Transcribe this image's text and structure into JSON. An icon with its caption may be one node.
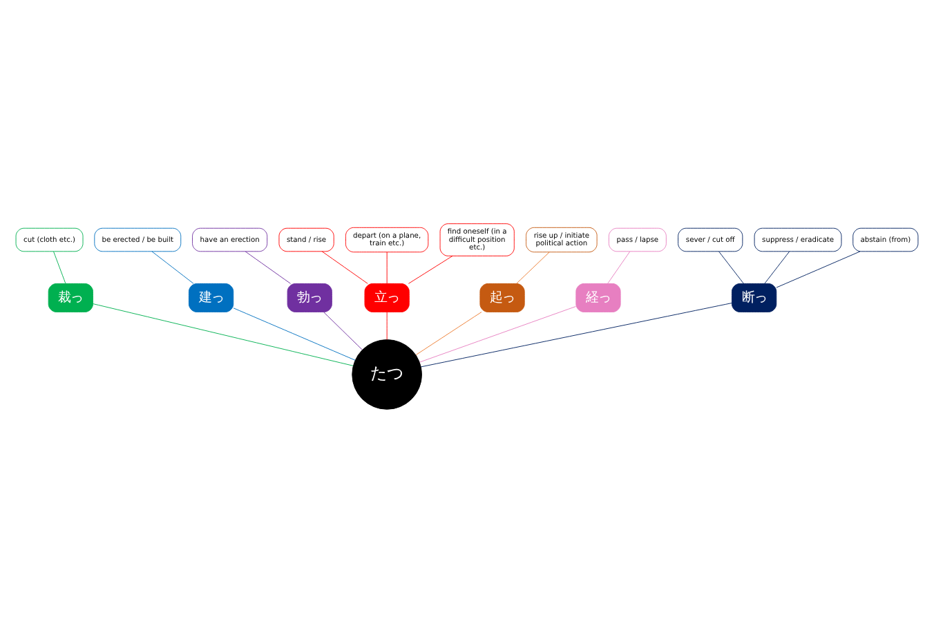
{
  "diagram": {
    "nodes": [
      {
        "text": [
          "たつ"
        ]
      },
      {
        "text": [
          "裁っ"
        ]
      },
      {
        "text": [
          "建っ"
        ]
      },
      {
        "text": [
          "勃っ"
        ]
      },
      {
        "text": [
          "立っ"
        ]
      },
      {
        "text": [
          "起っ"
        ]
      },
      {
        "text": [
          "経っ"
        ]
      },
      {
        "text": [
          "断っ"
        ]
      },
      {
        "text": [
          "cut (cloth etc.)"
        ]
      },
      {
        "text": [
          "be erected / be built"
        ]
      },
      {
        "text": [
          "have an erection"
        ]
      },
      {
        "text": [
          "stand / rise"
        ]
      },
      {
        "text": [
          "depart (on a plane, train etc.)"
        ]
      },
      {
        "text": [
          "find oneself (in a difficult position etc.)"
        ]
      },
      {
        "text": [
          "rise up / initiate political action"
        ]
      },
      {
        "text": [
          "pass / lapse"
        ]
      },
      {
        "text": [
          "sever / cut off"
        ]
      },
      {
        "text": [
          "suppress / eradicate"
        ]
      },
      {
        "text": [
          "abstain (from)"
        ]
      }
    ],
    "edges": [
      {
        "from": 0,
        "to": 1,
        "arrow": "none",
        "color": "#00b050"
      },
      {
        "from": 0,
        "to": 2,
        "arrow": "none",
        "color": "#0070c0"
      },
      {
        "from": 0,
        "to": 3,
        "arrow": "none",
        "color": "#7030a0"
      },
      {
        "from": 0,
        "to": 4,
        "arrow": "none",
        "color": "#ff0000"
      },
      {
        "from": 0,
        "to": 5,
        "arrow": "none",
        "color": "#ed7d31"
      },
      {
        "from": 0,
        "to": 6,
        "arrow": "none",
        "color": "#e77fc1"
      },
      {
        "from": 0,
        "to": 7,
        "arrow": "none",
        "color": "#002060"
      },
      {
        "from": 1,
        "to": 8,
        "arrow": "none",
        "color": "#00b050"
      },
      {
        "from": 2,
        "to": 9,
        "arrow": "none",
        "color": "#0070c0"
      },
      {
        "from": 3,
        "to": 10,
        "arrow": "none",
        "color": "#7030a0"
      },
      {
        "from": 4,
        "to": 11,
        "arrow": "none",
        "color": "#ff0000"
      },
      {
        "from": 4,
        "to": 12,
        "arrow": "none",
        "color": "#ff0000"
      },
      {
        "from": 4,
        "to": 13,
        "arrow": "none",
        "color": "#ff0000"
      },
      {
        "from": 5,
        "to": 14,
        "arrow": "none",
        "color": "#ed7d31"
      },
      {
        "from": 6,
        "to": 15,
        "arrow": "none",
        "color": "#e77fc1"
      },
      {
        "from": 7,
        "to": 16,
        "arrow": "none",
        "color": "#002060"
      },
      {
        "from": 7,
        "to": 17,
        "arrow": "none",
        "color": "#002060"
      },
      {
        "from": 7,
        "to": 18,
        "arrow": "none",
        "color": "#002060"
      }
    ]
  }
}
